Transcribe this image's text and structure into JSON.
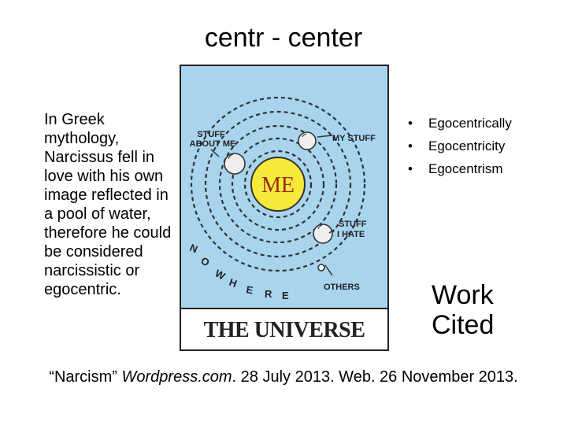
{
  "slide": {
    "title": "centr - center",
    "paragraph": "In Greek mythology, Narcissus fell in love with his own image reflected in a pool of water, therefore he could be considered narcissistic or egocentric.",
    "bullets": [
      "Egocentrically",
      "Egocentricity",
      "Egocentrism"
    ],
    "work_cited": "Work Cited",
    "citation": {
      "open_quote": "“Narcism” ",
      "source": "Wordpress.com",
      "rest": ". 28 July 2013. Web. 26 November 2013."
    }
  },
  "figure": {
    "center_label": "ME",
    "labels": {
      "stuff_about_me_1": "STUFF",
      "stuff_about_me_2": "ABOUT ME",
      "my_stuff": "MY STUFF",
      "stuff_i_hate_1": "STUFF",
      "stuff_i_hate_2": "I HATE",
      "others": "OTHERS",
      "nowhere": [
        "N",
        "O",
        "W",
        "H",
        "E",
        "R",
        "E"
      ],
      "universe": "THE UNIVERSE"
    },
    "colors": {
      "space": "#a8d4ee",
      "sun": "#f6e93a",
      "sun_text": "#9a2a12",
      "banner": "#ffffff",
      "ink": "#222222"
    }
  }
}
